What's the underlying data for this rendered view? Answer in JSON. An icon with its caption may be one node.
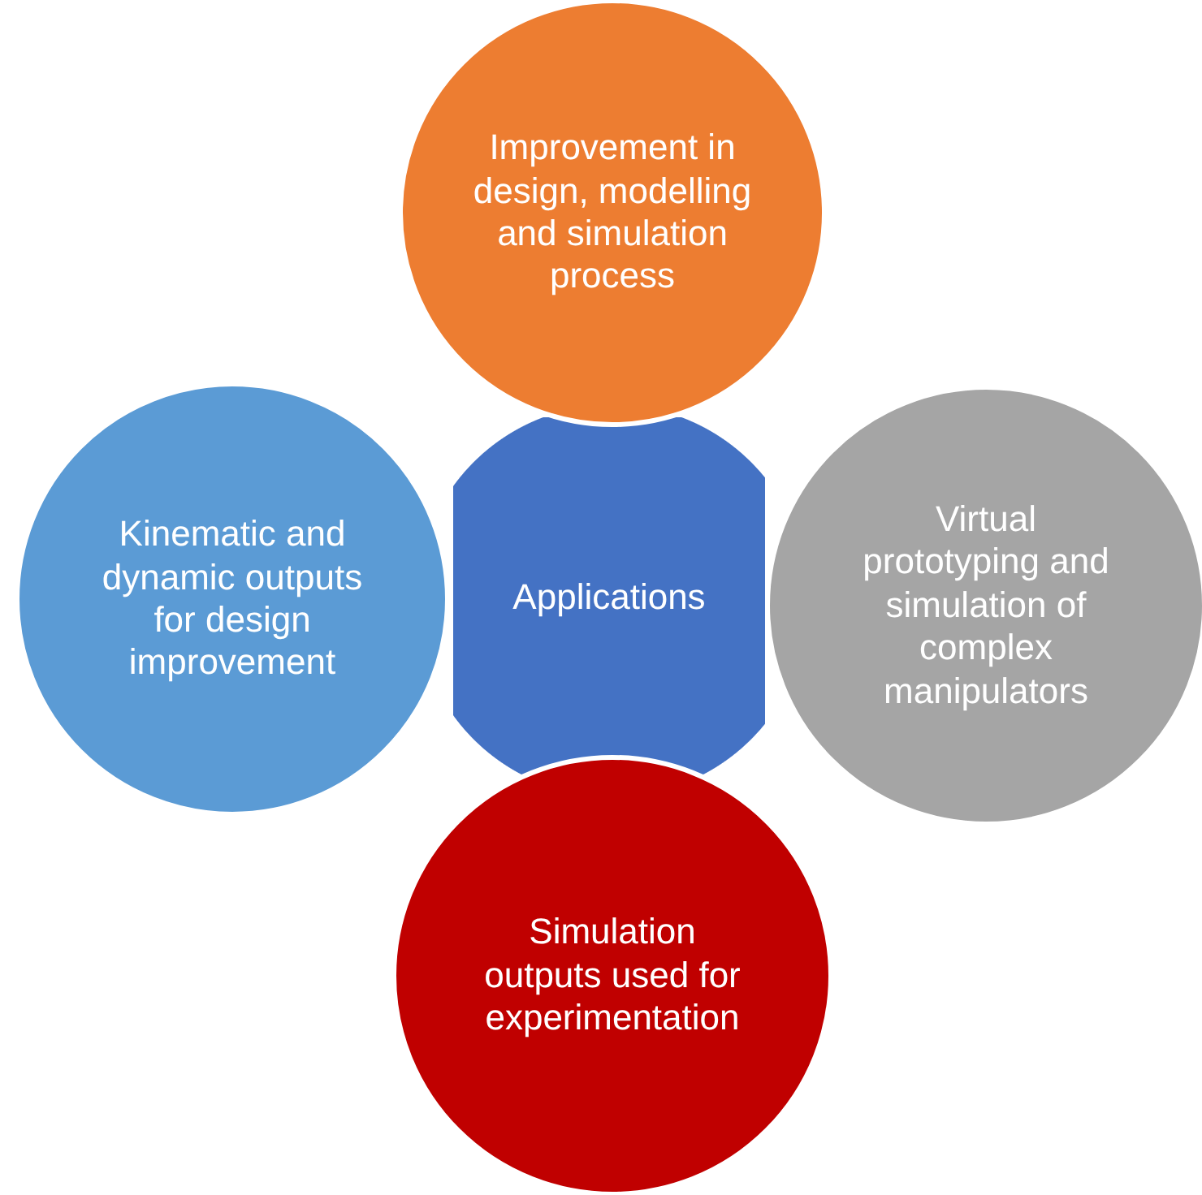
{
  "diagram": {
    "nodes": [
      {
        "text": [
          "Applications"
        ]
      },
      {
        "text": [
          "Improvement in design, modelling and simulation process"
        ]
      },
      {
        "text": [
          "Kinematic and dynamic outputs for design improvement"
        ]
      },
      {
        "text": [
          "Virtual prototyping and simulation of complex manipulators"
        ]
      },
      {
        "text": [
          "Simulation outputs used for experimentation"
        ]
      }
    ]
  }
}
